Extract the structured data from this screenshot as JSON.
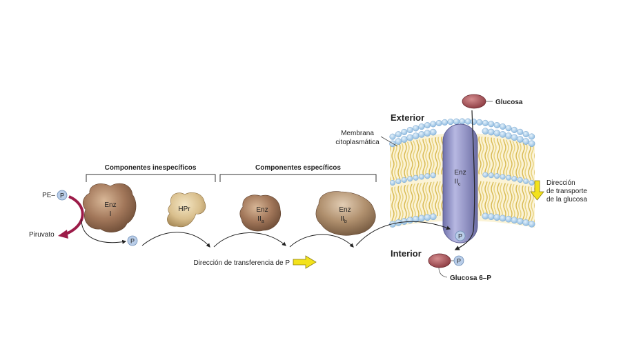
{
  "brackets": {
    "nonspecific": "Componentes inespecíficos",
    "specific": "Componentes específicos"
  },
  "region_labels": {
    "exterior": "Exterior",
    "interior": "Interior",
    "membrane_line1": "Membrana",
    "membrane_line2": "citoplasmática"
  },
  "substrates": {
    "pep_prefix": "PE–",
    "phosphate": "P",
    "pyruvate": "Piruvato",
    "glucose": "Glucosa",
    "glucose6p": "Glucosa 6–P"
  },
  "enzymes": {
    "enz1_line1": "Enz",
    "enz1_line2": "I",
    "hpr": "HPr",
    "enz2a_line1": "Enz",
    "enz2a_main": "II",
    "enz2a_sub": "a",
    "enz2b_line1": "Enz",
    "enz2b_main": "II",
    "enz2b_sub": "b",
    "enz2c_line1": "Enz",
    "enz2c_main": "II",
    "enz2c_sub": "c"
  },
  "transfer_direction": "Dirección de transferencia de P",
  "transport_direction": {
    "line1": "Dirección",
    "line2": "de transporte",
    "line3": "de la glucosa"
  },
  "colors": {
    "phosphate": "#b9cde8",
    "glucose": "#a24d52",
    "pyruvate_arrow": "#9c1b48",
    "enzyme_brown": "#a2775a",
    "hpr": "#d9bf8d",
    "enz2c": "#8f90c4",
    "membrane_head": "#a9cde9",
    "membrane_tail": "#e6cf77",
    "direction_arrow": "#f3e21b"
  }
}
